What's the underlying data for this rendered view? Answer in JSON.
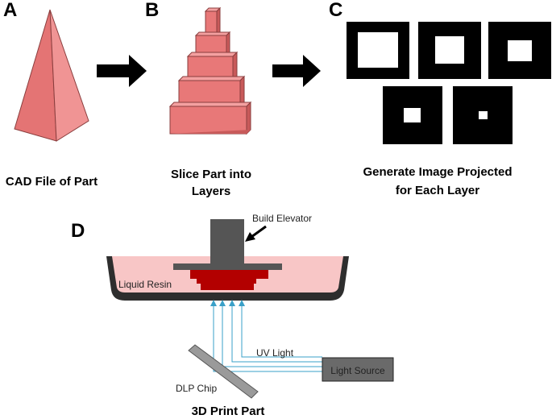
{
  "panels": {
    "a": {
      "letter": "A",
      "caption": "CAD File of Part"
    },
    "b": {
      "letter": "B",
      "caption_line1": "Slice Part into",
      "caption_line2": "Layers"
    },
    "c": {
      "letter": "C",
      "caption_line1": "Generate Image Projected",
      "caption_line2": "for Each Layer"
    },
    "d": {
      "letter": "D",
      "title": "3D Print Part"
    }
  },
  "printer": {
    "build_elevator": "Build Elevator",
    "liquid_resin": "Liquid Resin",
    "uv_light": "UV Light",
    "light_source": "Light Source",
    "dlp_chip": "DLP Chip"
  },
  "colors": {
    "part_fill": "#e87878",
    "resin": "#f8c6c6",
    "printed_part": "#b30000",
    "elevator": "#555555",
    "vat": "#2e2e2e",
    "uv_rays": "#3aa0c8",
    "light_source_box": "#6a6a6a",
    "dlp_chip": "#9a9a9a"
  }
}
